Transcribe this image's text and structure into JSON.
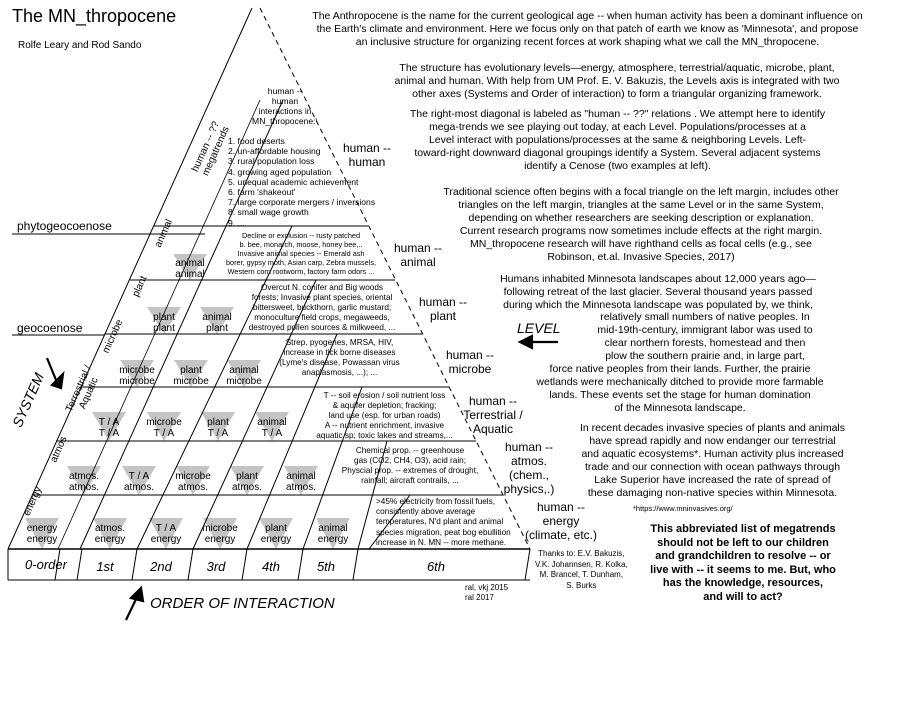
{
  "header": {
    "title": "The MN_thropocene",
    "authors": "Rolfe Leary and Rod Sando"
  },
  "left_labels": {
    "phyto": "phytogeocoenose",
    "geo": "geocoenose",
    "system": "SYSTEM"
  },
  "left_diagonal": {
    "energy": "energy",
    "atmos": "atmos",
    "terrestrial": "Terrestrial /\nAquatic",
    "microbe": "microbe",
    "plant": "plant",
    "animal": "animal",
    "human": "human -- ??\nmegatrends"
  },
  "triangles": {
    "row1": [
      {
        "top": "energy",
        "bottom": "energy"
      },
      {
        "top": "atmos.",
        "bottom": "energy"
      },
      {
        "top": "T / A",
        "bottom": "energy"
      },
      {
        "top": "microbe",
        "bottom": "energy"
      },
      {
        "top": "plant",
        "bottom": "energy"
      },
      {
        "top": "animal",
        "bottom": "energy"
      }
    ],
    "row2": [
      {
        "top": "atmos.",
        "bottom": "atmos."
      },
      {
        "top": "T / A",
        "bottom": "atmos."
      },
      {
        "top": "microbe",
        "bottom": "atmos."
      },
      {
        "top": "plant",
        "bottom": "atmos."
      },
      {
        "top": "animal",
        "bottom": "atmos."
      }
    ],
    "row3": [
      {
        "top": "T / A",
        "bottom": "T / A"
      },
      {
        "top": "microbe",
        "bottom": "T / A"
      },
      {
        "top": "plant",
        "bottom": "T / A"
      },
      {
        "top": "animal",
        "bottom": "T / A"
      }
    ],
    "row4": [
      {
        "top": "microbe",
        "bottom": "microbe"
      },
      {
        "top": "plant",
        "bottom": "microbe"
      },
      {
        "top": "animal",
        "bottom": "microbe"
      }
    ],
    "row5": [
      {
        "top": "plant",
        "bottom": "plant"
      },
      {
        "top": "animal",
        "bottom": "plant"
      }
    ],
    "row6": [
      {
        "top": "animal",
        "bottom": "animal"
      }
    ]
  },
  "cells": {
    "human": "human --\nhuman\ninteractions in\nMN_thropocene:\\",
    "human_list": "1. food deserts\n2. un-affordable housing\n3. rural population loss\n4. growing aged population\n5. unequal academic achievement\n6. farm 'shakeout'\n7. large corporate mergers / inversions\n8. small wage growth\n9.   ...",
    "animal": "Decline or exclusion -- rusty patched\nb. bee, monarch, moose, honey bee,..\nInvasive animal species -- Emerald ash\nborer, gypsy moth, Asian carp, Zebra mussels,\nWestern corn rootworm, factory farm odors  ...",
    "plant": "Overcut N. conifer and Big woods\nforests; Invasive plant species, oriental\nbittersweet, buckthorn, garlic mustard;\nmonoculture field crops, megaweeds,\ndestroyed pollen sources & milkweed, ...",
    "microbe": "Strep. pyogenes, MRSA, HIV,\nincrease in tick borne diseases\n(Lyme's disease, Powassan virus\nanaplasmosis, ...);  ...",
    "ta": "T -- soil erosion / soil nutrient loss\n& aquifer depletion; fracking;\nland use (esp. for urban roads)\nA -- nutrient enrichment, invasive\naquatic sp; toxic lakes and streams,...",
    "atmos": "Chemical prop. -- greenhouse\ngas (CO2, CH4, O3), acid rain;\nPhyscial prop. -- extremes of drought,\nrainfall; aircraft contrails, ...",
    "energy": ">45% electricity from fossil fuels,\nconsistently above average\ntemperatures, N'd plant and animal\nspecies migration, peat bog ebullition\nincrease in N. MN -- more methane."
  },
  "levels": {
    "human": "human --\nhuman",
    "animal": "human --\nanimal",
    "plant": "human --\nplant",
    "microbe": "human --\nmicrobe",
    "ta": "human --\nTerrestrial /\nAquatic",
    "atmos": "human --\natmos.\n(chem.,\nphysics,.)",
    "energy": "human --\nenergy\n(climate, etc.)"
  },
  "orders": [
    "0-order",
    "1st",
    "2nd",
    "3rd",
    "4th",
    "5th",
    "6th"
  ],
  "order_label": "ORDER OF INTERACTION",
  "level_label": "LEVEL",
  "paragraphs": {
    "p1": "The Anthropocene is the name for the current geological age -- when human activity has been a dominant influence on\nthe Earth's climate and environment.  Here we focus only on that patch of earth we know as 'Minnesota', and propose\nan inclusive structure for organizing recent forces at work shaping what we call the MN_thropocene.",
    "p2": "The structure has evolutionary levels—energy, atmosphere, terrestrial/aquatic, microbe, plant,\nanimal and human. With help from UM Prof. E. V. Bakuzis, the Levels axis is integrated with two\nother axes (Systems and Order of interaction) to form a triangular organizing framework.",
    "p3": "The right-most diagonal is labeled as \"human -- ??\" relations . We attempt here to identify\nmega-trends we see playing out today, at each Level.  Populations/processes at a\nLevel interact with populations/processes at the same & neighboring Levels.  Left-\ntoward-right downward diagonal groupings identify a System.  Several adjacent systems\nidentify a Cenose (two examples at left).",
    "p4": "Traditional science often begins with a focal triangle on the left margin, includes other\ntriangles on the left margin, triangles at the same Level or in the same System,\ndepending on whether researchers are seeking description or explanation.\nCurrent research programs now sometimes include effects at the right margin.\nMN_thropocene research will have righthand cells as focal cells (e.g., see\nRobinson, et.al. Invasive Species, 2017)",
    "p5a": "Humans inhabited Minnesota landscapes about 12,000 years ago—\nfollowing retreat of the last glacier. Several thousand years passed\nduring which the Minnesota landscape was populated by, we think,",
    "p5b": "relatively small numbers of native peoples. In\nmid-19th-century, immigrant labor was used to\nclear northern forests, homestead and then\nplow the southern prairie and, in large part,",
    "p5c": "force native peoples from their lands. Further, the prairie\nwetlands were mechanically ditched to provide more farmable\nlands.  These events set the stage for human domination\nof the Minnesota landscape.",
    "p6": "In recent decades invasive species of plants and animals\nhave spread rapidly and now endanger our terrestrial\nand aquatic ecosystems*.  Human activity plus increased\ntrade and our connection with ocean pathways through\nLake Superior have increased the rate of spread of\nthese damaging non-native species within Minnesota.",
    "footnote": "*https://www.mninvasives.org/",
    "closing": "This abbreviated list of megatrends\nshould not be left to our children\nand grandchildren to resolve -- or\nlive with -- it seems to me.  But, who\nhas the knowledge, resources,\nand will to act?",
    "thanks": "Thanks to: E.V. Bakuzis,\nV.K. Johannsen, R. Kolka,\nM. Brancel, T. Dunham,\nS. Burks",
    "credit": "ral, vkj  2015\nral 2017"
  }
}
